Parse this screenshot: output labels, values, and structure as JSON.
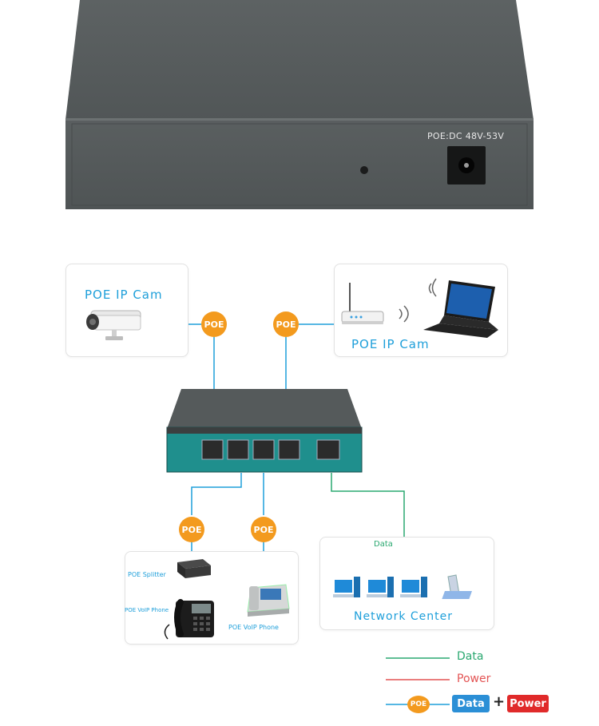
{
  "panel": {
    "label": "POE:DC 48V-53V"
  },
  "devices": {
    "cam_title": "POE IP Cam",
    "router_title": "POE IP Cam",
    "splitter_label": "POE  Splitter",
    "voip_phone_label_1": "POE VoIP Phone",
    "voip_phone_label_2": "POE VoIP Phone",
    "network_center_title": "Network Center",
    "data_label": "Data"
  },
  "badges": {
    "poe": "POE"
  },
  "legend": {
    "data": "Data",
    "power": "Power",
    "poe": "POE",
    "combo_data": "Data",
    "combo_plus": "+",
    "combo_power": "Power"
  },
  "colors": {
    "accent_blue": "#1e9fda",
    "poe_orange": "#f39a1e",
    "data_green": "#2aa870",
    "power_red": "#e35454"
  }
}
